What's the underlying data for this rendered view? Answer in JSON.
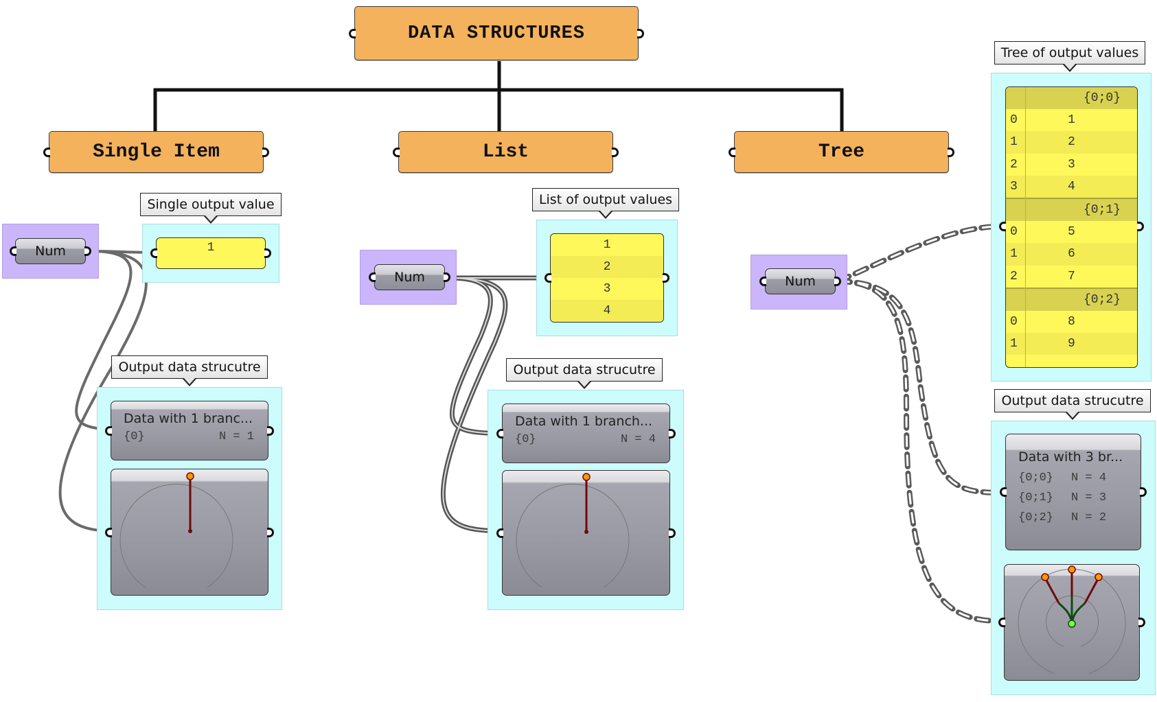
{
  "title": "DATA STRUCTURES",
  "categories": [
    {
      "id": "single",
      "label": "Single Item"
    },
    {
      "id": "list",
      "label": "List"
    },
    {
      "id": "tree",
      "label": "Tree"
    }
  ],
  "single": {
    "num_label": "Num",
    "value_callout": "Single output value",
    "values": [
      "1"
    ],
    "structure_callout": "Output data strucutre",
    "viewer_title": "Data with 1 branc...",
    "branches": [
      {
        "path": "{0}",
        "count": "N = 1"
      }
    ]
  },
  "list": {
    "num_label": "Num",
    "value_callout": "List of output values",
    "values": [
      "1",
      "2",
      "3",
      "4"
    ],
    "structure_callout": "Output data strucutre",
    "viewer_title": "Data with 1 branch...",
    "branches": [
      {
        "path": "{0}",
        "count": "N = 4"
      }
    ]
  },
  "tree": {
    "num_label": "Num",
    "value_callout": "Tree of output values",
    "groups": [
      {
        "path": "{0;0}",
        "items": [
          {
            "i": "0",
            "v": "1"
          },
          {
            "i": "1",
            "v": "2"
          },
          {
            "i": "2",
            "v": "3"
          },
          {
            "i": "3",
            "v": "4"
          }
        ]
      },
      {
        "path": "{0;1}",
        "items": [
          {
            "i": "0",
            "v": "5"
          },
          {
            "i": "1",
            "v": "6"
          },
          {
            "i": "2",
            "v": "7"
          }
        ]
      },
      {
        "path": "{0;2}",
        "items": [
          {
            "i": "0",
            "v": "8"
          },
          {
            "i": "1",
            "v": "9"
          }
        ]
      }
    ],
    "structure_callout": "Output data strucutre",
    "viewer_title": "Data with 3 br...",
    "branches": [
      {
        "path": "{0;0}",
        "count": "N = 4"
      },
      {
        "path": "{0;1}",
        "count": "N = 3"
      },
      {
        "path": "{0;2}",
        "count": "N = 2"
      }
    ]
  },
  "colors": {
    "header_fill": "#f4b25c",
    "group_purple": "#cbb6fb",
    "group_cyan": "#ccfcfc",
    "panel_yellow": "#fff85a",
    "branch_red": "#6e0a0a",
    "branch_green": "#0f4a12",
    "leaf_orange": "#ff9a00",
    "root_green": "#7cff3a"
  }
}
